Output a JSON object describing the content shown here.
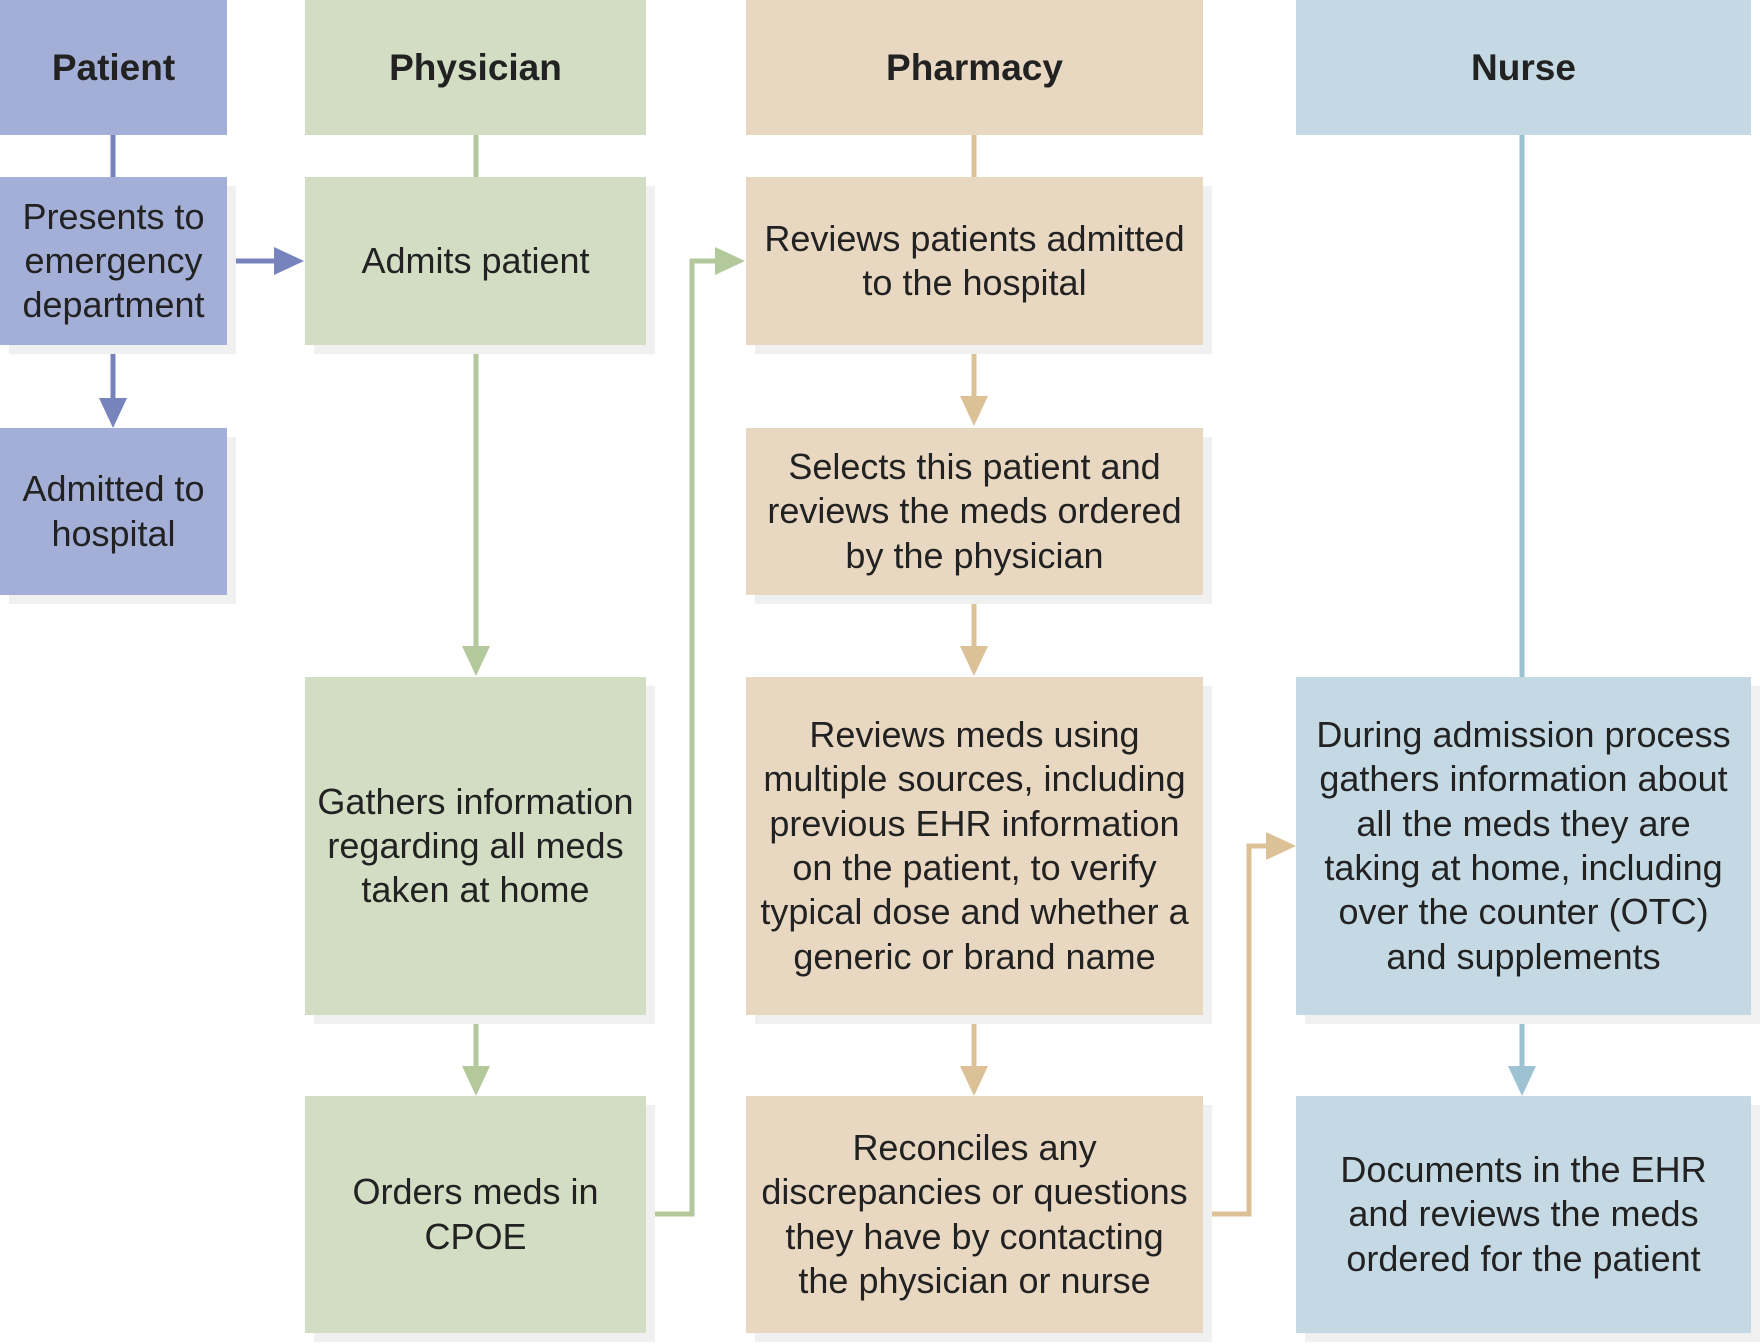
{
  "diagram": {
    "colors": {
      "patient": "#a3afd6",
      "patient_line": "#7783bd",
      "physician": "#d2ddc3",
      "physician_line": "#b3c99c",
      "pharmacy": "#e9d8c1",
      "pharmacy_line": "#dcc096",
      "nurse": "#c5d9e4",
      "nurse_line": "#9dc3d2"
    },
    "columns": {
      "patient": {
        "header": "Patient",
        "steps": [
          "Presents to emergency department",
          "Admitted to hospital"
        ]
      },
      "physician": {
        "header": "Physician",
        "steps": [
          "Admits patient",
          "Gathers information regarding all meds taken at home",
          "Orders meds in CPOE"
        ]
      },
      "pharmacy": {
        "header": "Pharmacy",
        "steps": [
          "Reviews patients admitted to the hospital",
          "Selects this patient and reviews the meds ordered by the physician",
          "Reviews meds using multiple sources, including previous EHR information on the patient, to verify typical dose and whether a generic or brand name",
          "Reconciles any discrepancies or questions they have by contacting the physician or nurse"
        ]
      },
      "nurse": {
        "header": "Nurse",
        "steps": [
          "During admission process gathers information about all the meds they are taking at home, including over the counter (OTC) and supplements",
          "Documents in the EHR and reviews the meds ordered for the patient"
        ]
      }
    }
  }
}
